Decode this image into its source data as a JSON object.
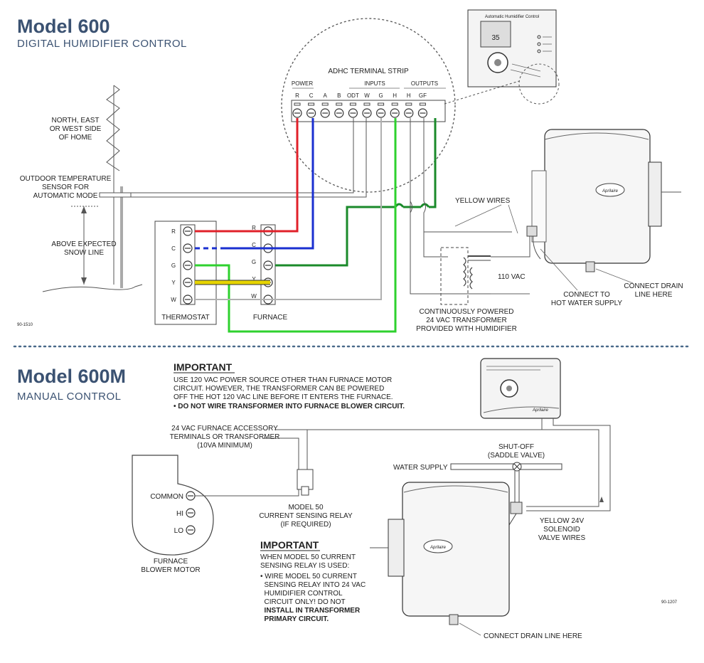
{
  "model600": {
    "title": "Model 600",
    "subtitle": "DIGITAL HUMIDIFIER CONTROL",
    "strip_title": "ADHC TERMINAL STRIP",
    "groups": [
      "POWER",
      "INPUTS",
      "OUTPUTS"
    ],
    "terminals": [
      "R",
      "C",
      "A",
      "B",
      "ODT",
      "W",
      "G",
      "H",
      "H",
      "GF"
    ],
    "control_label": "Automatic Humidifier Control",
    "side_label": "NORTH, EAST\nOR WEST SIDE\nOF HOME",
    "sensor_label": "OUTDOOR TEMPERATURE\nSENSOR FOR\nAUTOMATIC MODE",
    "snow_label": "ABOVE EXPECTED\nSNOW LINE",
    "thermostat_terminals": [
      "R",
      "C",
      "G",
      "Y",
      "W"
    ],
    "furnace_terminals": [
      "R",
      "C",
      "G",
      "Y",
      "W"
    ],
    "thermostat_label": "THERMOSTAT",
    "furnace_label": "FURNACE",
    "part_no": "90-1510",
    "yellow_wires": "YELLOW WIRES",
    "vac": "110 VAC",
    "transformer_label": "CONTINUOUSLY POWERED\n24 VAC TRANSFORMER\nPROVIDED WITH HUMIDIFIER",
    "hot_water": "CONNECT TO\nHOT WATER SUPPLY",
    "drain": "CONNECT DRAIN\nLINE HERE",
    "brand": "Aprilaire"
  },
  "model600m": {
    "title": "Model 600M",
    "subtitle": "MANUAL CONTROL",
    "important1_title": "IMPORTANT",
    "important1_lines": [
      "USE 120 VAC POWER SOURCE OTHER THAN FURNACE MOTOR",
      "CIRCUIT. HOWEVER, THE TRANSFORMER CAN BE POWERED",
      "OFF THE HOT 120 VAC LINE BEFORE IT ENTERS THE FURNACE.",
      "• DO NOT WIRE TRANSFORMER INTO FURNACE BLOWER CIRCUIT."
    ],
    "accessory_label": "24 VAC FURNACE ACCESSORY\nTERMINALS OR TRANSFORMER\n(10VA MINIMUM)",
    "motor_terminals": [
      "COMMON",
      "HI",
      "LO"
    ],
    "motor_label": "FURNACE\nBLOWER MOTOR",
    "relay_label": "MODEL 50\nCURRENT SENSING RELAY\n(IF REQUIRED)",
    "important2_title": "IMPORTANT",
    "important2_lines": [
      "WHEN MODEL 50 CURRENT",
      "SENSING RELAY IS USED:",
      "• WIRE MODEL 50 CURRENT",
      "  SENSING RELAY INTO 24 VAC",
      "  HUMIDIFIER CONTROL",
      "  CIRCUIT ONLY! DO NOT",
      "  INSTALL IN TRANSFORMER",
      "  PRIMARY CIRCUIT."
    ],
    "shutoff_label": "SHUT-OFF\n(SADDLE VALVE)",
    "water_supply": "WATER SUPPLY",
    "solenoid_label": "YELLOW 24V\nSOLENOID\nVALVE WIRES",
    "drain": "CONNECT DRAIN LINE HERE",
    "part_no": "90-1207",
    "brand": "Aprilaire"
  },
  "colors": {
    "title": "#3b5272",
    "red": "#e0202a",
    "blue": "#1a2fd0",
    "green_dark": "#1a8a2a",
    "green_light": "#2ed12e",
    "yellow": "#e6d400",
    "gray_wire": "#b0b0b0",
    "divider": "#4a6a8a"
  }
}
